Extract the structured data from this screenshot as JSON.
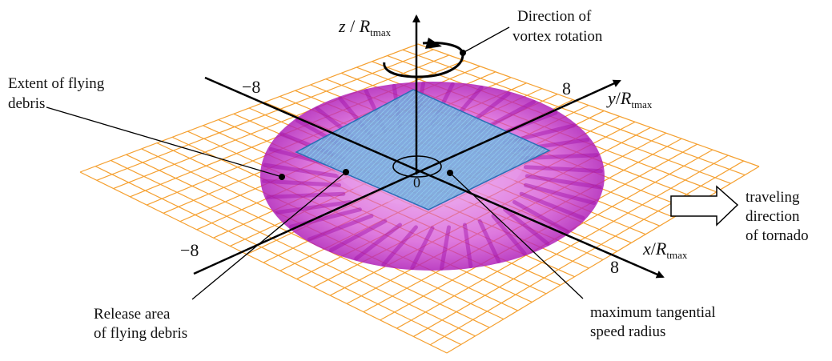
{
  "axes": {
    "z": {
      "var": "z",
      "slash": " / ",
      "R": "R",
      "sub": "tmax"
    },
    "y": {
      "var": "y",
      "slash": "/",
      "R": "R",
      "sub": "tmax"
    },
    "x": {
      "var": "x",
      "slash": "/",
      "R": "R",
      "sub": "tmax"
    },
    "ticks": {
      "minus_x": "−8",
      "minus_y": "−8",
      "plus_y": "8",
      "plus_x": "8",
      "origin": "0"
    }
  },
  "labels": {
    "rotation": [
      "Direction of",
      "vortex rotation"
    ],
    "extent": [
      "Extent of flying",
      "debris"
    ],
    "release": [
      "Release area",
      "of flying debris"
    ],
    "max_radius": [
      "maximum tangential",
      "speed radius"
    ],
    "traveling": [
      "traveling",
      "direction",
      "of tornado"
    ]
  },
  "colors": {
    "grid": "#f5a030",
    "debris": "#d23cd2",
    "release_area": "#6aaedc",
    "release_edge": "#2a6fb5",
    "axis": "#000000"
  }
}
